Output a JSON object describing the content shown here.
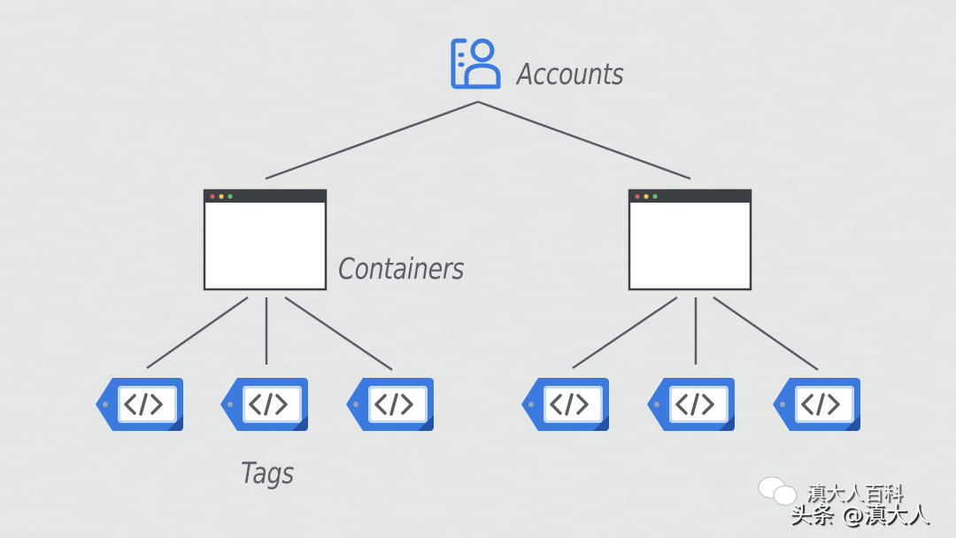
{
  "labels": {
    "accounts": "Accounts",
    "containers": "Containers",
    "tags": "Tags"
  },
  "colors": {
    "accent": "#3b7be0",
    "line": "#5a5e63",
    "window_bar": "#3c4043",
    "text": "#5d6166"
  },
  "icons": {
    "account": "account-icon",
    "container": "browser-window-icon",
    "tag": "code-tag-icon"
  },
  "tree": {
    "containers": 2,
    "tags_per_container": 3
  },
  "watermark": {
    "line1": "滇大人百科",
    "line2": "头条 @滇大人"
  }
}
